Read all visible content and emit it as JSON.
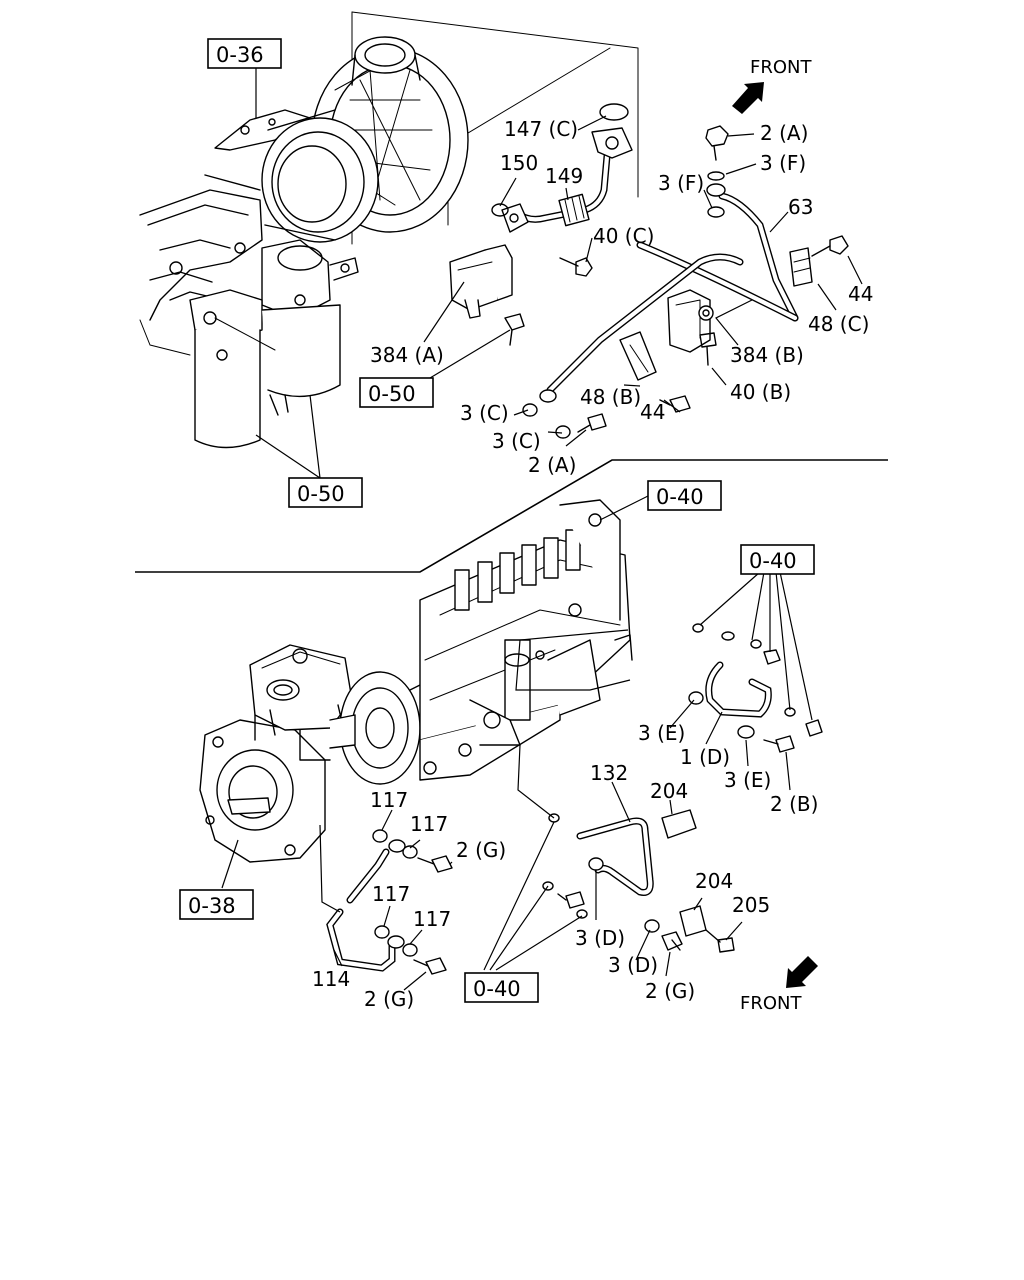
{
  "refs": {
    "r036": "0-36",
    "r050a": "0-50",
    "r050b": "0-50",
    "r040a": "0-40",
    "r040b": "0-40",
    "r040c": "0-40",
    "r038": "0-38"
  },
  "front_labels": {
    "top": "FRONT",
    "bottom": "FRONT"
  },
  "parts_top": {
    "p147c": "147 (C)",
    "p150": "150",
    "p149": "149",
    "p40c": "40 (C)",
    "p2a_top": "2 (A)",
    "p3f_right": "3 (F)",
    "p3f_left": "3 (F)",
    "p63": "63",
    "p44_right": "44",
    "p48c": "48 (C)",
    "p384a": "384 (A)",
    "p384b": "384 (B)",
    "p40b": "40 (B)",
    "p48b": "48 (B)",
    "p44_mid": "44",
    "p3c_a": "3 (C)",
    "p3c_b": "3 (C)",
    "p2a_bottom": "2 (A)"
  },
  "parts_bottom": {
    "p3e_a": "3 (E)",
    "p1d": "1 (D)",
    "p3e_b": "3 (E)",
    "p2b": "2 (B)",
    "p132": "132",
    "p204_a": "204",
    "p204_b": "204",
    "p205": "205",
    "p3d_a": "3 (D)",
    "p3d_b": "3 (D)",
    "p2g_right": "2 (G)",
    "p117_a": "117",
    "p117_b": "117",
    "p117_c": "117",
    "p117_d": "117",
    "p2g_mid": "2 (G)",
    "p114": "114",
    "p2g_bottom": "2 (G)"
  }
}
